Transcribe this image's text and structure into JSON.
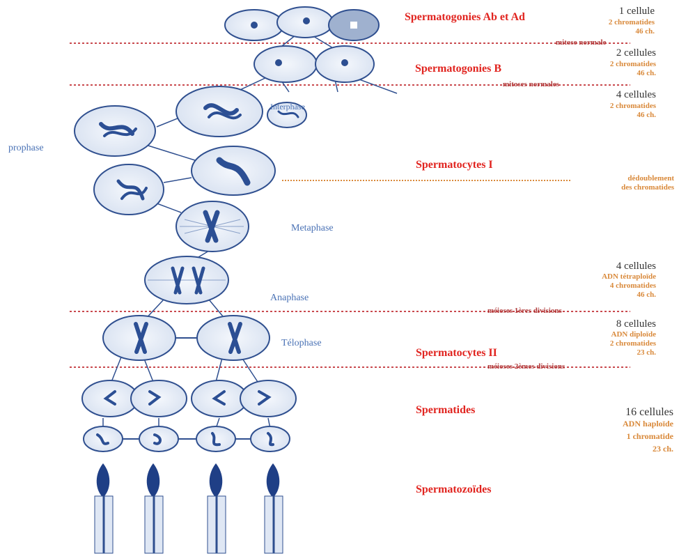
{
  "stages": {
    "spermatogonies_ab_ad": "Spermatogonies Ab et Ad",
    "spermatogonies_b": "Spermatogonies B",
    "spermatocytes_1": "Spermatocytes I",
    "spermatocytes_2": "Spermatocytes II",
    "spermatides": "Spermatides",
    "spermatozoides": "Spermatozoïdes"
  },
  "counts": {
    "c1": "1 cellule",
    "c2": "2 cellules",
    "c4a": "4 cellules",
    "c4b": "4 cellules",
    "c8": "8 cellules",
    "c16": "16 cellules"
  },
  "details": {
    "d1_l1": "2 chromatides",
    "d1_l2": "46 ch.",
    "d2_l1": "2 chromatides",
    "d2_l2": "46 ch.",
    "d4a_l1": "2 chromatides",
    "d4a_l2": "46 ch.",
    "dedoublement_l1": "dédoublement",
    "dedoublement_l2": "des chromatides",
    "d4b_l1": "ADN tétraploïde",
    "d4b_l2": "4 chromatides",
    "d4b_l3": "46 ch.",
    "d8_l1": "ADN diploïde",
    "d8_l2": "2 chromatides",
    "d8_l3": "23 ch.",
    "d16_l1": "ADN haploïde",
    "d16_l2": "1 chromatide",
    "d16_l3": "23 ch."
  },
  "phases": {
    "interphase": "Interphase",
    "prophase": "prophase",
    "metaphase": "Metaphase",
    "anaphase": "Anaphase",
    "telophase": "Télophase"
  },
  "divisions": {
    "mitose_normale": "mitose normale",
    "mitoses_normales": "mitoses normales",
    "meioses_1": "méioses 1ères divisions",
    "meioses_2": "méioses 2èmes divisions"
  },
  "colors": {
    "cell_stroke": "#2f4f8f",
    "cell_fill": "#e4ebf6",
    "chromosome": "#2c4f94",
    "stage_text": "#e1241f",
    "detail_text": "#d9893a",
    "divider": "#c9494e",
    "phase_text": "#4a72b5"
  }
}
